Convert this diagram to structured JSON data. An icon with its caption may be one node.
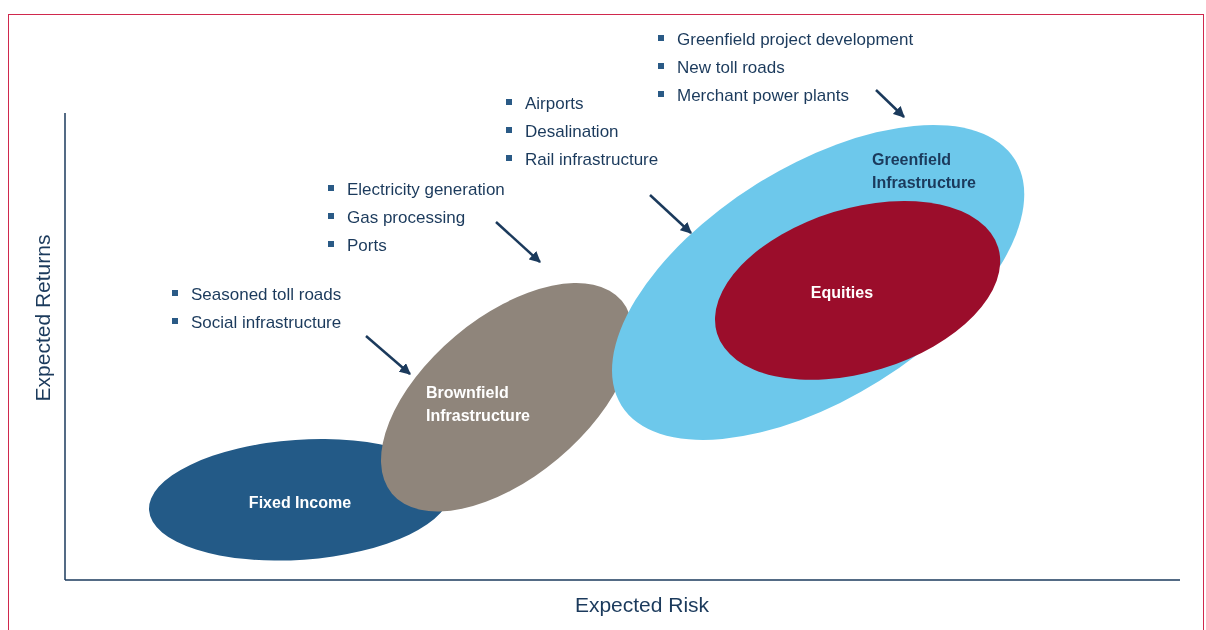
{
  "diagram": {
    "nodes": [
      {
        "text": [
          "Fixed Income"
        ]
      },
      {
        "text": [
          "Brownfield Infrastructure"
        ]
      },
      {
        "text": [
          "Greenfield Infrastructure"
        ]
      },
      {
        "text": [
          "Equities"
        ],
        "in": 2
      },
      {
        "text": [
          "Seasoned toll roads",
          "Social infrastructure"
        ]
      },
      {
        "text": [
          "Electricity generation",
          "Gas processing",
          "Ports"
        ]
      },
      {
        "text": [
          "Airports",
          "Desalination",
          "Rail infrastructure"
        ]
      },
      {
        "text": [
          "Greenfield project development",
          "New toll roads",
          "Merchant power plants"
        ]
      }
    ],
    "edges": [
      {
        "from": 4,
        "to": 1,
        "arrow": "to"
      },
      {
        "from": 5,
        "to": 1,
        "arrow": "to"
      },
      {
        "from": 6,
        "to": 2,
        "arrow": "to"
      },
      {
        "from": 7,
        "to": 2,
        "arrow": "to"
      }
    ],
    "labels": [
      "Expected Returns",
      "Expected Risk"
    ]
  }
}
